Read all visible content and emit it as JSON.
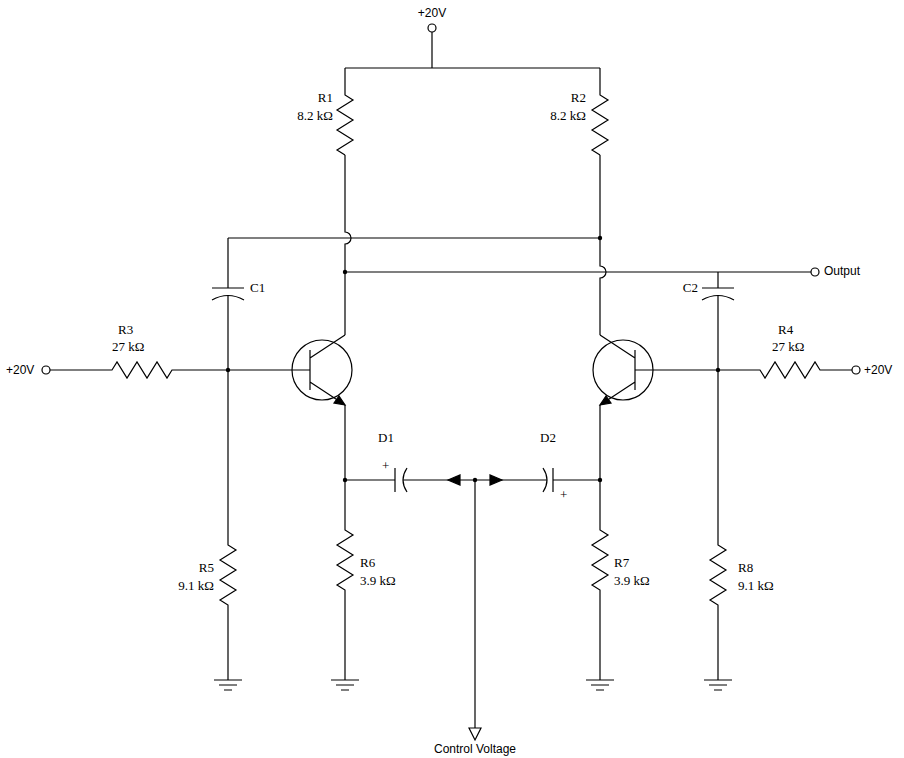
{
  "diagram": {
    "labels": [
      "+20V",
      "R1",
      "8.2 kΩ",
      "R2",
      "8.2 kΩ",
      "Output",
      "C1",
      "C2",
      "R3",
      "27 kΩ",
      "+20V",
      "R4",
      "27 kΩ",
      "+20V",
      "D1",
      "D2",
      "+",
      "+",
      "R5",
      "9.1 kΩ",
      "R6",
      "3.9 kΩ",
      "R7",
      "3.9 kΩ",
      "R8",
      "9.1 kΩ",
      "Control Voltage"
    ]
  }
}
